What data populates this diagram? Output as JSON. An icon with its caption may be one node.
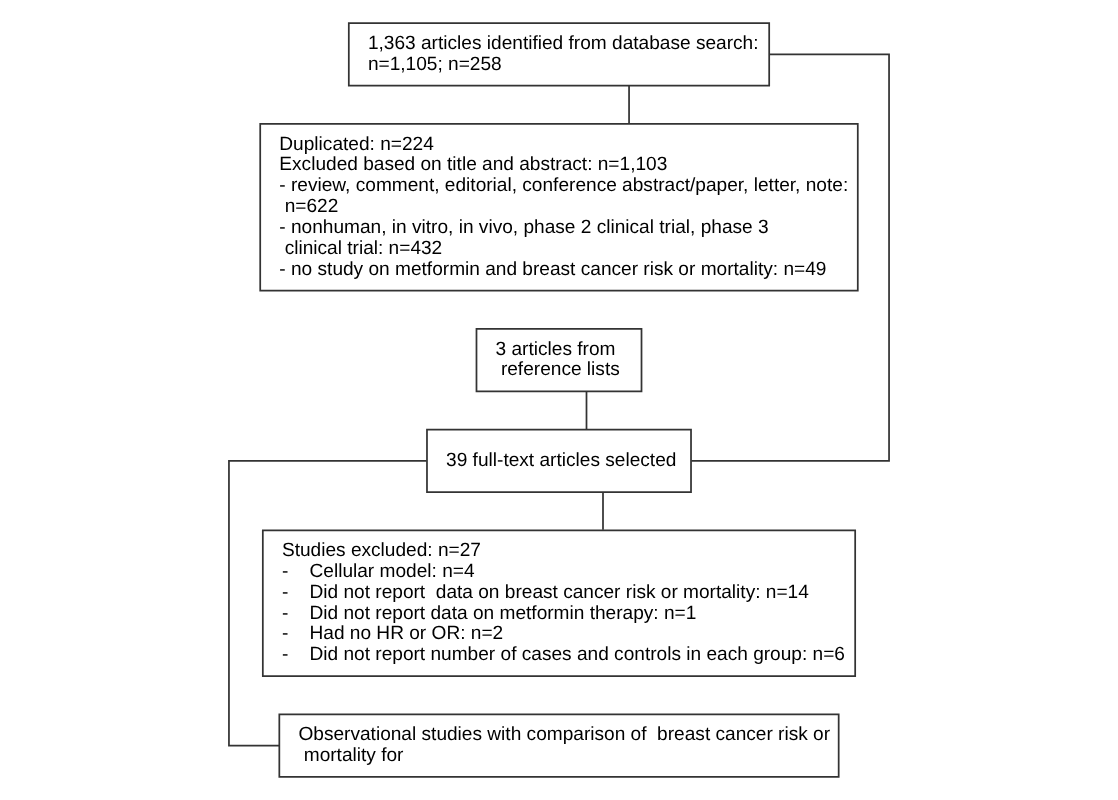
{
  "diagram": {
    "nodes": [
      {
        "text": [
          "1,363 articles identified from database search:",
          "n=1,105; n=258"
        ]
      },
      {
        "text": [
          "Duplicated: n=224",
          "Excluded based on title and abstract: n=1,103",
          "- review, comment, editorial, conference abstract/paper, letter, note: n=622",
          "- nonhuman, in vitro, in vivo, phase 2 clinical trial, phase 3 clinical trial: n=432",
          "- no study on metformin and breast cancer risk or mortality: n=49"
        ]
      },
      {
        "text": [
          "3 articles from reference lists"
        ]
      },
      {
        "text": [
          "39 full-text articles selected"
        ]
      },
      {
        "text": [
          "Studies excluded: n=27",
          "-    Cellular model: n=4",
          "-    Did not report  data on breast cancer risk or mortality: n=14",
          "-    Did not report data on metformin therapy: n=1",
          "-    Had no HR or OR: n=2",
          "-    Did not report number of cases and controls in each group: n=6"
        ]
      },
      {
        "text": [
          "Observational studies with comparison of  breast cancer risk or mortality for"
        ]
      }
    ],
    "edges": [
      {
        "from": 0,
        "to": 1,
        "arrow": "none"
      },
      {
        "from": 0,
        "to": 3,
        "arrow": "none"
      },
      {
        "from": 2,
        "to": 3,
        "arrow": "none"
      },
      {
        "from": 3,
        "to": 4,
        "arrow": "none"
      },
      {
        "from": 3,
        "to": 5,
        "arrow": "none"
      }
    ]
  }
}
